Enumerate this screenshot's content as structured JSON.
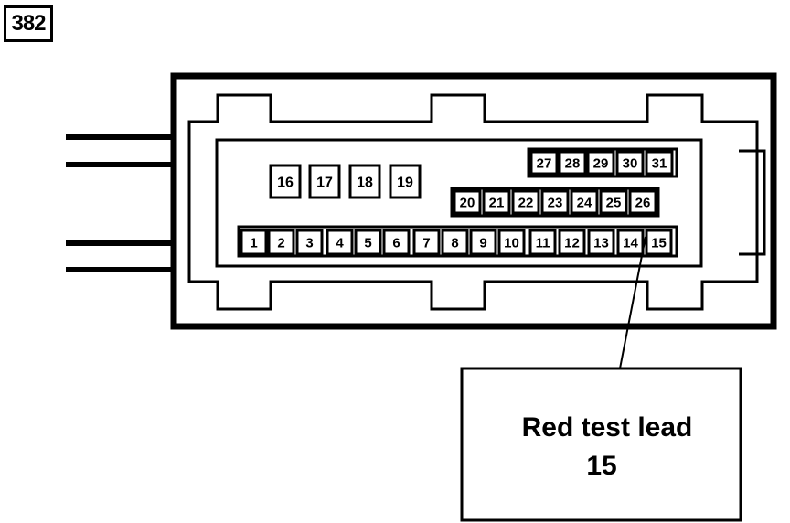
{
  "figure_number": "382",
  "pins": {
    "row_bottom": [
      "1",
      "2",
      "3",
      "4",
      "5",
      "6",
      "7",
      "8",
      "9",
      "10",
      "11",
      "12",
      "13",
      "14",
      "15"
    ],
    "row_middle": [
      "20",
      "21",
      "22",
      "23",
      "24",
      "25",
      "26"
    ],
    "row_top_right": [
      "27",
      "28",
      "29",
      "30",
      "31"
    ],
    "row_top_left": [
      "16",
      "17",
      "18",
      "19"
    ]
  },
  "callout": {
    "line1": "Red test lead",
    "line2": "15"
  }
}
